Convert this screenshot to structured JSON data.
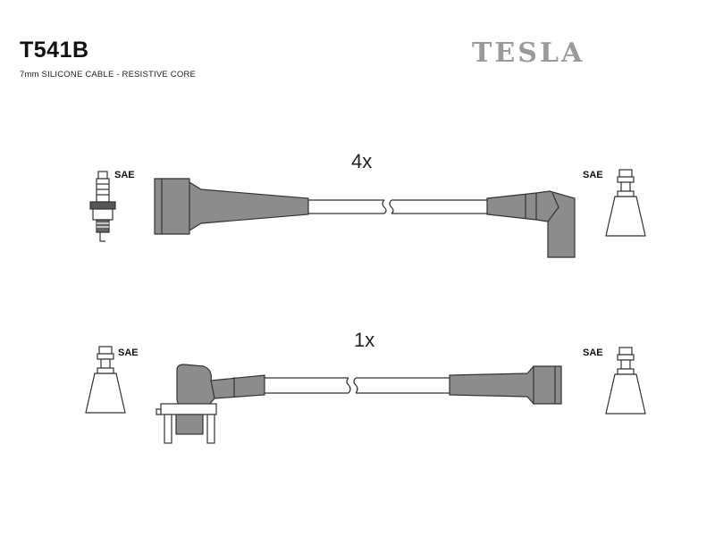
{
  "header": {
    "part_number": "T541B",
    "description": "7mm SILICONE CABLE - RESISTIVE CORE",
    "brand": "TESLA"
  },
  "cables": [
    {
      "quantity_label": "4x",
      "left_terminal": "SAE",
      "right_terminal": "SAE"
    },
    {
      "quantity_label": "1x",
      "left_terminal": "SAE",
      "right_terminal": "SAE"
    }
  ],
  "colors": {
    "boot_fill": "#8c8c8c",
    "outline": "#333333",
    "background": "#ffffff"
  }
}
